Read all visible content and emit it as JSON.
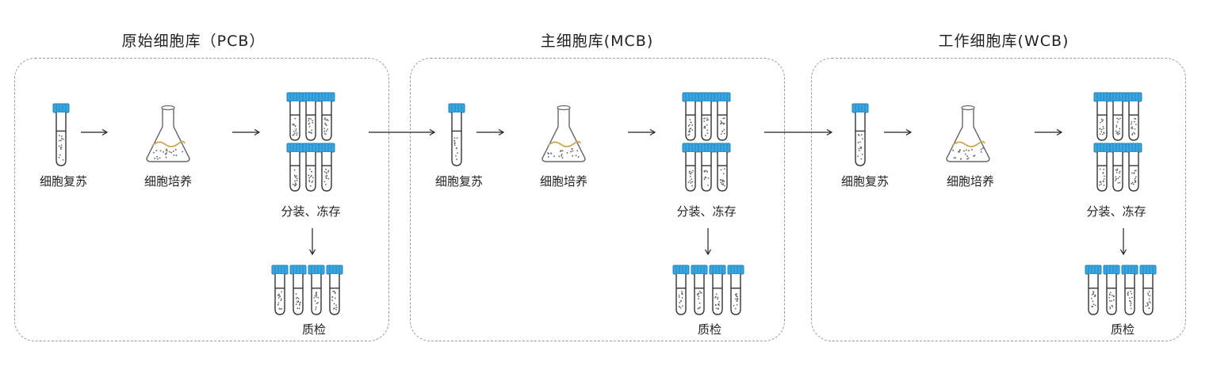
{
  "panels": [
    {
      "title": "原始细胞库（PCB）",
      "labels": {
        "revive": "细胞复苏",
        "culture": "细胞培养",
        "aliquot": "分装、冻存",
        "qc": "质检"
      }
    },
    {
      "title": "主细胞库(MCB)",
      "labels": {
        "revive": "细胞复苏",
        "culture": "细胞培养",
        "aliquot": "分装、冻存",
        "qc": "质检"
      }
    },
    {
      "title": "工作细胞库(WCB)",
      "labels": {
        "revive": "细胞复苏",
        "culture": "细胞培养",
        "aliquot": "分装、冻存",
        "qc": "质检"
      }
    }
  ],
  "colors": {
    "cap": "#3aa7e0",
    "cap_dark": "#1f7fb8",
    "border": "#9a9a9a",
    "liquid_line": "#c9a955"
  }
}
